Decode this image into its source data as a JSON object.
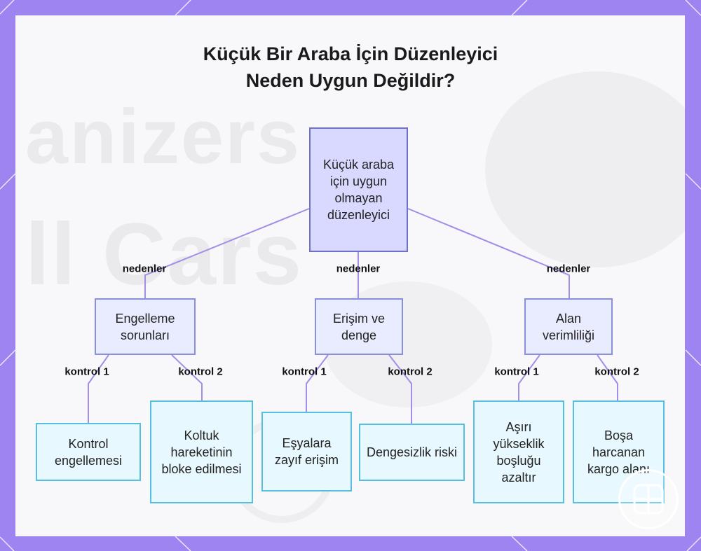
{
  "title_line1": "Küçük Bir Araba İçin Düzenleyici",
  "title_line2": "Neden Uygun Değildir?",
  "watermark": [
    "anizers",
    "ll Cars"
  ],
  "root": {
    "label": "Küçük araba için uygun olmayan düzenleyici"
  },
  "branches": [
    {
      "edge_label": "nedenler",
      "label": "Engelleme sorunları",
      "children": [
        {
          "edge_label": "kontrol 1",
          "label": "Kontrol engellemesi"
        },
        {
          "edge_label": "kontrol 2",
          "label": "Koltuk hareketinin bloke edilmesi"
        }
      ]
    },
    {
      "edge_label": "nedenler",
      "label": "Erişim ve denge",
      "children": [
        {
          "edge_label": "kontrol 1",
          "label": "Eşyalara zayıf erişim"
        },
        {
          "edge_label": "kontrol 2",
          "label": "Dengesizlik riski"
        }
      ]
    },
    {
      "edge_label": "nedenler",
      "label": "Alan verimliliği",
      "children": [
        {
          "edge_label": "kontrol 1",
          "label": "Aşırı yükseklik boşluğu azaltır"
        },
        {
          "edge_label": "kontrol 2",
          "label": "Boşa harcanan kargo alanı"
        }
      ]
    }
  ],
  "colors": {
    "frame": "#9d84f0",
    "connector": "#a48de8",
    "root_fill": "#d9d9ff",
    "mid_fill": "#e9ebff",
    "leaf_fill": "#e8f8ff",
    "leaf_border": "#55bfe0"
  },
  "icons": [
    "logo-badge-icon"
  ]
}
